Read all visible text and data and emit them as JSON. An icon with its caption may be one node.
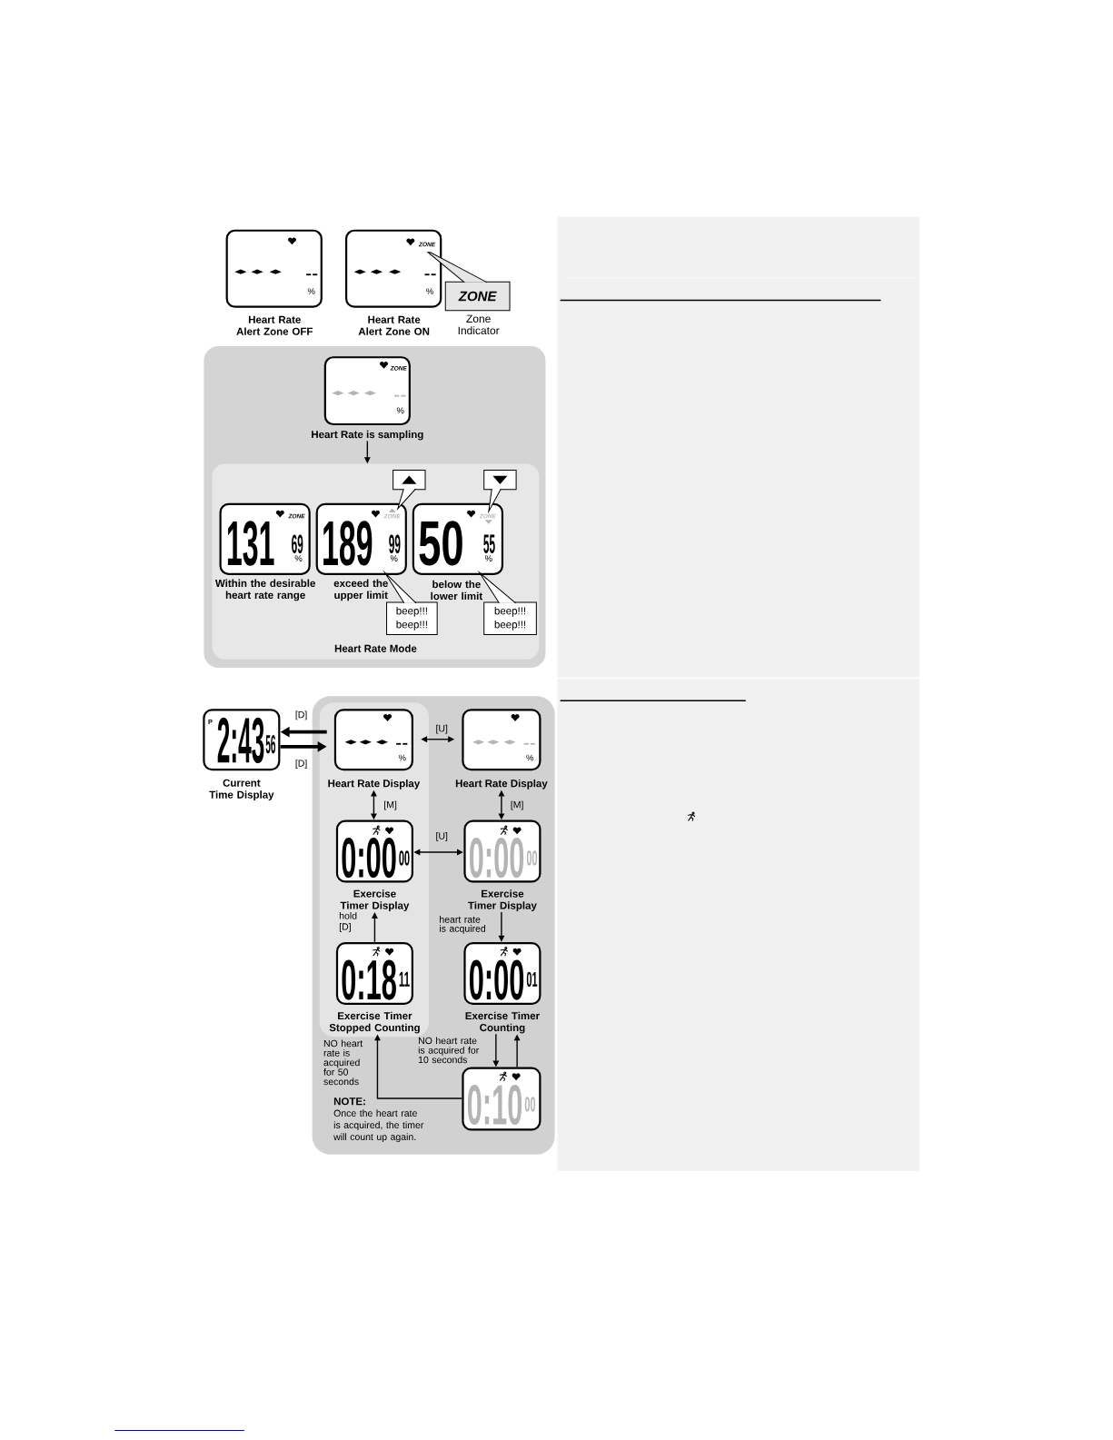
{
  "diagram": {
    "nodes": [
      {
        "text": [
          "%"
        ],
        "beside": [
          "Heart Rate Alert Zone OFF"
        ]
      },
      {
        "text": [
          "ZONE",
          "%"
        ],
        "beside": [
          "Heart Rate Alert Zone ON"
        ]
      },
      {
        "text": [
          "ZONE"
        ],
        "beside": [
          "Zone Indicator"
        ]
      },
      {
        "text": [],
        "shape": "box"
      },
      {
        "text": [
          "ZONE",
          "%"
        ],
        "beside": [
          "Heart Rate is sampling"
        ],
        "in": 3
      },
      {
        "text": [
          "Heart Rate Mode"
        ],
        "in": 3
      },
      {
        "text": [
          "ZONE",
          "131",
          "69",
          "%"
        ],
        "beside": [
          "Within the desirable heart rate range"
        ],
        "in": 5
      },
      {
        "text": [
          "ZONE",
          "189",
          "99",
          "%"
        ],
        "beside": [
          "exceed the upper limit"
        ],
        "in": 5
      },
      {
        "text": [
          "ZONE",
          "50",
          "55",
          "%"
        ],
        "beside": [
          "below the lower limit"
        ],
        "in": 5
      },
      {
        "text": [],
        "shape": "box",
        "in": 5
      },
      {
        "text": [],
        "shape": "box",
        "in": 5
      },
      {
        "text": [
          "beep!!! beep!!!"
        ],
        "in": 5
      },
      {
        "text": [
          "beep!!! beep!!!"
        ],
        "in": 5
      },
      {
        "text": [],
        "shape": "box"
      },
      {
        "text": [],
        "shape": "box",
        "in": 13
      },
      {
        "text": [
          "P",
          "2:43",
          "56"
        ],
        "beside": [
          "Current Time Display"
        ]
      },
      {
        "text": [
          "%"
        ],
        "beside": [
          "Heart Rate Display"
        ],
        "in": 14
      },
      {
        "text": [
          "%"
        ],
        "beside": [
          "Heart Rate Display"
        ],
        "in": 13
      },
      {
        "text": [
          "0:00",
          "00"
        ],
        "beside": [
          "Exercise Timer Display"
        ],
        "in": 14
      },
      {
        "text": [
          "0:00",
          "00"
        ],
        "beside": [
          "Exercise Timer Display"
        ],
        "in": 13
      },
      {
        "text": [
          "0:18",
          "11"
        ],
        "beside": [
          "Exercise Timer Stopped Counting"
        ],
        "in": 14
      },
      {
        "text": [
          "0:00",
          "01"
        ],
        "beside": [
          "Exercise Timer Counting"
        ],
        "in": 13
      },
      {
        "text": [
          "0:10",
          "00"
        ],
        "in": 13
      }
    ],
    "edges": [
      {
        "from": 2,
        "to": 1,
        "arrow": "none"
      },
      {
        "from": 4,
        "to": 5,
        "arrow": "to"
      },
      {
        "from": 9,
        "to": 7,
        "arrow": "to"
      },
      {
        "from": 10,
        "to": 8,
        "arrow": "to"
      },
      {
        "from": 11,
        "to": 7,
        "arrow": "to"
      },
      {
        "from": 12,
        "to": 8,
        "arrow": "to"
      },
      {
        "from": 16,
        "to": 15,
        "arrow": "to",
        "label": "[D]",
        "style": "thick"
      },
      {
        "from": 15,
        "to": 16,
        "arrow": "to",
        "label": "[D]",
        "style": "thick"
      },
      {
        "from": 16,
        "to": 17,
        "arrow": "both",
        "label": "[U]"
      },
      {
        "from": 16,
        "to": 18,
        "arrow": "both",
        "label": "[M]"
      },
      {
        "from": 17,
        "to": 19,
        "arrow": "both",
        "label": "[M]"
      },
      {
        "from": 18,
        "to": 19,
        "arrow": "both",
        "label": "[U]"
      },
      {
        "from": 20,
        "to": 18,
        "arrow": "to",
        "label": "hold [D]"
      },
      {
        "from": 19,
        "to": 21,
        "arrow": "to",
        "label": "heart rate is acquired"
      },
      {
        "from": 21,
        "to": 22,
        "arrow": "to",
        "label": "NO heart rate is acquired for 10 seconds"
      },
      {
        "from": 22,
        "to": 21,
        "arrow": "to"
      },
      {
        "from": 22,
        "to": 20,
        "arrow": "to",
        "label": "NO heart rate is acquired for 50 seconds"
      }
    ],
    "labels": [
      "NOTE:",
      "Once the heart rate is acquired, the timer will count up again."
    ]
  }
}
